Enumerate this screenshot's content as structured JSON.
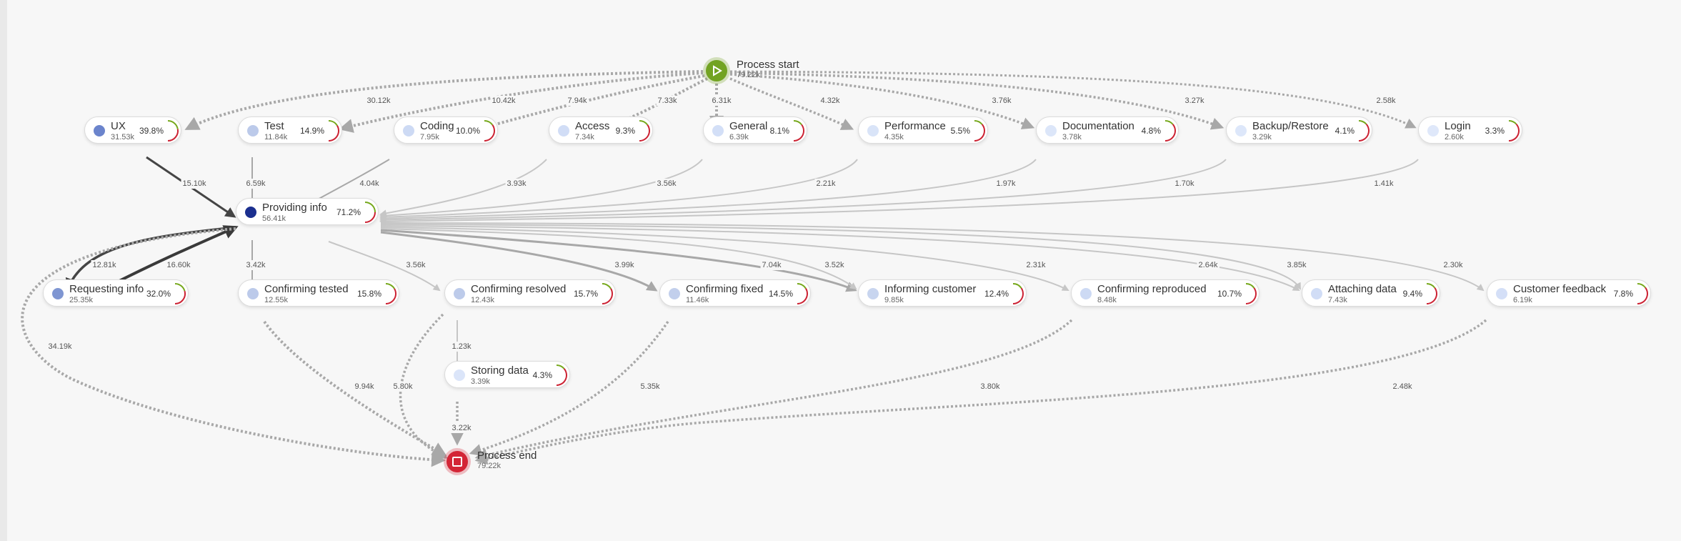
{
  "colors": {
    "start_green": "#72a322",
    "end_red": "#d32536",
    "edge_dark": "#454545",
    "edge_mid": "#a8a8a8",
    "edge_light": "#c6c6c6",
    "ring_green": "#76a81c",
    "ring_red": "#cc2233"
  },
  "process_start": {
    "label": "Process start",
    "count": "79.22k",
    "icon": "play-icon"
  },
  "process_end": {
    "label": "Process end",
    "count": "79.22k",
    "icon": "stop-icon"
  },
  "nodes": [
    {
      "id": "ux",
      "label": "UX",
      "count": "31.53k",
      "pct": "39.8%",
      "dot_color": "#6b84cc"
    },
    {
      "id": "test",
      "label": "Test",
      "count": "11.84k",
      "pct": "14.9%",
      "dot_color": "#bccaea"
    },
    {
      "id": "coding",
      "label": "Coding",
      "count": "7.95k",
      "pct": "10.0%",
      "dot_color": "#cddaf4"
    },
    {
      "id": "access",
      "label": "Access",
      "count": "7.34k",
      "pct": "9.3%",
      "dot_color": "#d1ddf6"
    },
    {
      "id": "general",
      "label": "General",
      "count": "6.39k",
      "pct": "8.1%",
      "dot_color": "#d3dff7"
    },
    {
      "id": "performance",
      "label": "Performance",
      "count": "4.35k",
      "pct": "5.5%",
      "dot_color": "#d9e4f8"
    },
    {
      "id": "documentation",
      "label": "Documentation",
      "count": "3.78k",
      "pct": "4.8%",
      "dot_color": "#dce6f9"
    },
    {
      "id": "backup",
      "label": "Backup/Restore",
      "count": "3.29k",
      "pct": "4.1%",
      "dot_color": "#dde7fa"
    },
    {
      "id": "login",
      "label": "Login",
      "count": "2.60k",
      "pct": "3.3%",
      "dot_color": "#dfe8fa"
    },
    {
      "id": "providing",
      "label": "Providing info",
      "count": "56.41k",
      "pct": "71.2%",
      "dot_color": "#1b2f8f"
    },
    {
      "id": "requesting",
      "label": "Requesting info",
      "count": "25.35k",
      "pct": "32.0%",
      "dot_color": "#7f96d2"
    },
    {
      "id": "ctested",
      "label": "Confirming tested",
      "count": "12.55k",
      "pct": "15.8%",
      "dot_color": "#bccaea"
    },
    {
      "id": "cresolved",
      "label": "Confirming resolved",
      "count": "12.43k",
      "pct": "15.7%",
      "dot_color": "#bdcbea"
    },
    {
      "id": "cfixed",
      "label": "Confirming fixed",
      "count": "11.46k",
      "pct": "14.5%",
      "dot_color": "#c2cfec"
    },
    {
      "id": "informing",
      "label": "Informing customer",
      "count": "9.85k",
      "pct": "12.4%",
      "dot_color": "#c8d5ef"
    },
    {
      "id": "creproduced",
      "label": "Confirming reproduced",
      "count": "8.48k",
      "pct": "10.7%",
      "dot_color": "#cddaf4"
    },
    {
      "id": "attaching",
      "label": "Attaching data",
      "count": "7.43k",
      "pct": "9.4%",
      "dot_color": "#d1ddf6"
    },
    {
      "id": "feedback",
      "label": "Customer feedback",
      "count": "6.19k",
      "pct": "7.8%",
      "dot_color": "#d4dff7"
    },
    {
      "id": "storing",
      "label": "Storing data",
      "count": "3.39k",
      "pct": "4.3%",
      "dot_color": "#dbe5f9"
    }
  ],
  "edges": [
    {
      "from": "start",
      "to": "ux",
      "value": "30.12k"
    },
    {
      "from": "start",
      "to": "test",
      "value": "10.42k"
    },
    {
      "from": "start",
      "to": "coding",
      "value": "7.94k"
    },
    {
      "from": "start",
      "to": "access",
      "value": "7.33k"
    },
    {
      "from": "start",
      "to": "general",
      "value": "6.31k"
    },
    {
      "from": "start",
      "to": "performance",
      "value": "4.32k"
    },
    {
      "from": "start",
      "to": "documentation",
      "value": "3.76k"
    },
    {
      "from": "start",
      "to": "backup",
      "value": "3.27k"
    },
    {
      "from": "start",
      "to": "login",
      "value": "2.58k"
    },
    {
      "from": "ux",
      "to": "providing",
      "value": "15.10k"
    },
    {
      "from": "test",
      "to": "providing",
      "value": "6.59k"
    },
    {
      "from": "coding",
      "to": "providing",
      "value": "4.04k"
    },
    {
      "from": "access",
      "to": "providing",
      "value": "3.93k"
    },
    {
      "from": "general",
      "to": "providing",
      "value": "3.56k"
    },
    {
      "from": "performance",
      "to": "providing",
      "value": "2.21k"
    },
    {
      "from": "documentation",
      "to": "providing",
      "value": "1.97k"
    },
    {
      "from": "backup",
      "to": "providing",
      "value": "1.70k"
    },
    {
      "from": "login",
      "to": "providing",
      "value": "1.41k"
    },
    {
      "from": "providing",
      "to": "requesting",
      "value": "12.81k"
    },
    {
      "from": "requesting",
      "to": "providing",
      "value": "16.60k"
    },
    {
      "from": "providing",
      "to": "ctested",
      "value": "3.42k"
    },
    {
      "from": "providing",
      "to": "cresolved",
      "value": "3.56k"
    },
    {
      "from": "providing",
      "to": "cfixed",
      "value": "3.99k"
    },
    {
      "from": "providing",
      "to": "informing",
      "value": "7.04k"
    },
    {
      "from": "providing",
      "to": "informing",
      "value": "3.52k"
    },
    {
      "from": "providing",
      "to": "creproduced",
      "value": "2.31k"
    },
    {
      "from": "providing",
      "to": "attaching",
      "value": "2.64k"
    },
    {
      "from": "providing",
      "to": "attaching",
      "value": "3.85k"
    },
    {
      "from": "providing",
      "to": "feedback",
      "value": "2.30k"
    },
    {
      "from": "cresolved",
      "to": "storing",
      "value": "1.23k"
    },
    {
      "from": "storing",
      "to": "end",
      "value": "3.22k"
    },
    {
      "from": "providing",
      "to": "end",
      "value": "34.19k"
    },
    {
      "from": "ctested",
      "to": "end",
      "value": "9.94k"
    },
    {
      "from": "cresolved",
      "to": "end",
      "value": "5.80k"
    },
    {
      "from": "cfixed",
      "to": "end",
      "value": "5.35k"
    },
    {
      "from": "creproduced",
      "to": "end",
      "value": "3.80k"
    },
    {
      "from": "feedback",
      "to": "end",
      "value": "2.48k"
    }
  ]
}
